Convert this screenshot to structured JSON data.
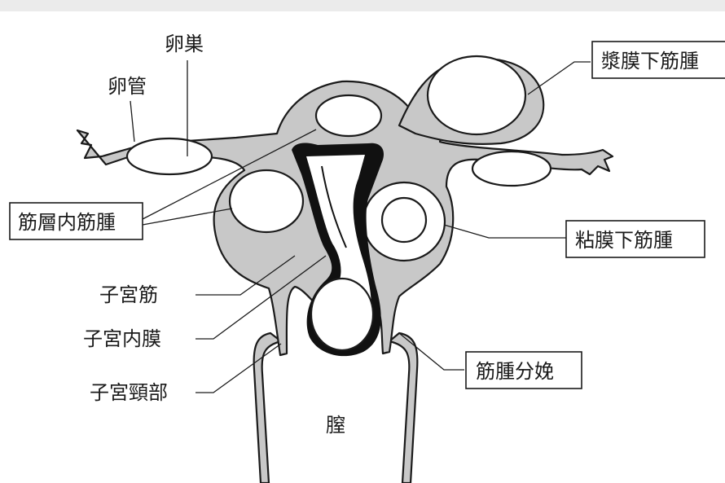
{
  "labels": {
    "ovary": "卵巣",
    "fallopian_tube": "卵管",
    "subserosal_myoma": "漿膜下筋腫",
    "intramural_myoma": "筋層内筋腫",
    "submucosal_myoma": "粘膜下筋腫",
    "myometrium": "子宮筋",
    "endometrium": "子宮内膜",
    "cervix": "子宮頸部",
    "myoma_delivery": "筋腫分娩",
    "vagina": "膣"
  },
  "colors": {
    "tissue": "#c8c8c8",
    "outline": "#1a1a1a",
    "background": "#ffffff",
    "frame": "#ebebeb"
  }
}
